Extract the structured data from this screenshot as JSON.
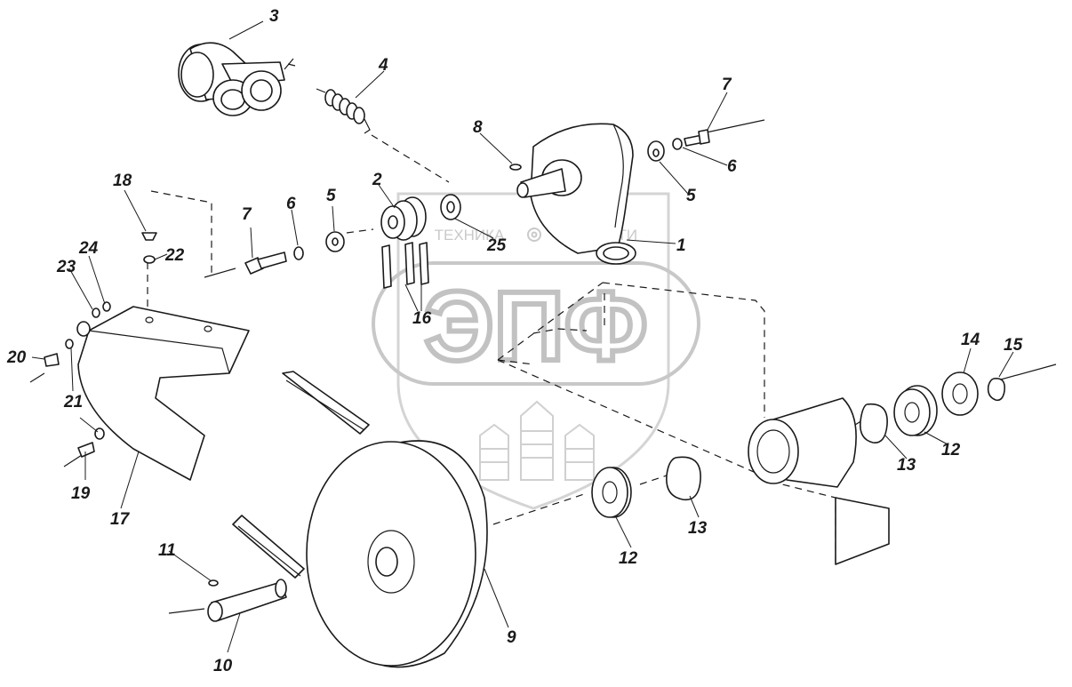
{
  "watermark": {
    "brand_left": "ТЕХНИКА",
    "brand_right": "ЗАПЧАСТИ",
    "logo_letters": "ЭПФ"
  },
  "callouts": [
    {
      "id": "c1",
      "text": "1"
    },
    {
      "id": "c2",
      "text": "2"
    },
    {
      "id": "c3",
      "text": "3"
    },
    {
      "id": "c4",
      "text": "4"
    },
    {
      "id": "c5a",
      "text": "5"
    },
    {
      "id": "c5b",
      "text": "5"
    },
    {
      "id": "c6a",
      "text": "6"
    },
    {
      "id": "c6b",
      "text": "6"
    },
    {
      "id": "c7a",
      "text": "7"
    },
    {
      "id": "c7b",
      "text": "7"
    },
    {
      "id": "c8",
      "text": "8"
    },
    {
      "id": "c9",
      "text": "9"
    },
    {
      "id": "c10",
      "text": "10"
    },
    {
      "id": "c11",
      "text": "11"
    },
    {
      "id": "c12a",
      "text": "12"
    },
    {
      "id": "c12b",
      "text": "12"
    },
    {
      "id": "c13a",
      "text": "13"
    },
    {
      "id": "c13b",
      "text": "13"
    },
    {
      "id": "c14",
      "text": "14"
    },
    {
      "id": "c15",
      "text": "15"
    },
    {
      "id": "c16",
      "text": "16"
    },
    {
      "id": "c17",
      "text": "17"
    },
    {
      "id": "c18",
      "text": "18"
    },
    {
      "id": "c19",
      "text": "19"
    },
    {
      "id": "c20",
      "text": "20"
    },
    {
      "id": "c21",
      "text": "21"
    },
    {
      "id": "c22",
      "text": "22"
    },
    {
      "id": "c23",
      "text": "23"
    },
    {
      "id": "c24",
      "text": "24"
    },
    {
      "id": "c25",
      "text": "25"
    }
  ]
}
